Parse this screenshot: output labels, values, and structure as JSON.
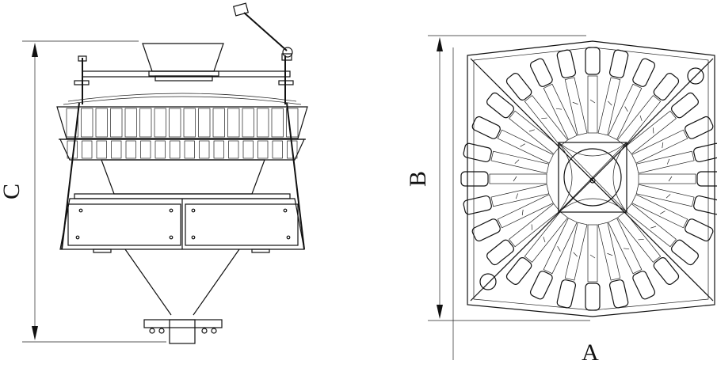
{
  "dimensions": {
    "a_label": "A",
    "b_label": "B",
    "c_label": "C"
  },
  "views": {
    "side": {
      "bucket_count": 16
    },
    "top": {
      "bucket_count": 28
    }
  },
  "colors": {
    "line": "#111111",
    "background": "#ffffff"
  }
}
